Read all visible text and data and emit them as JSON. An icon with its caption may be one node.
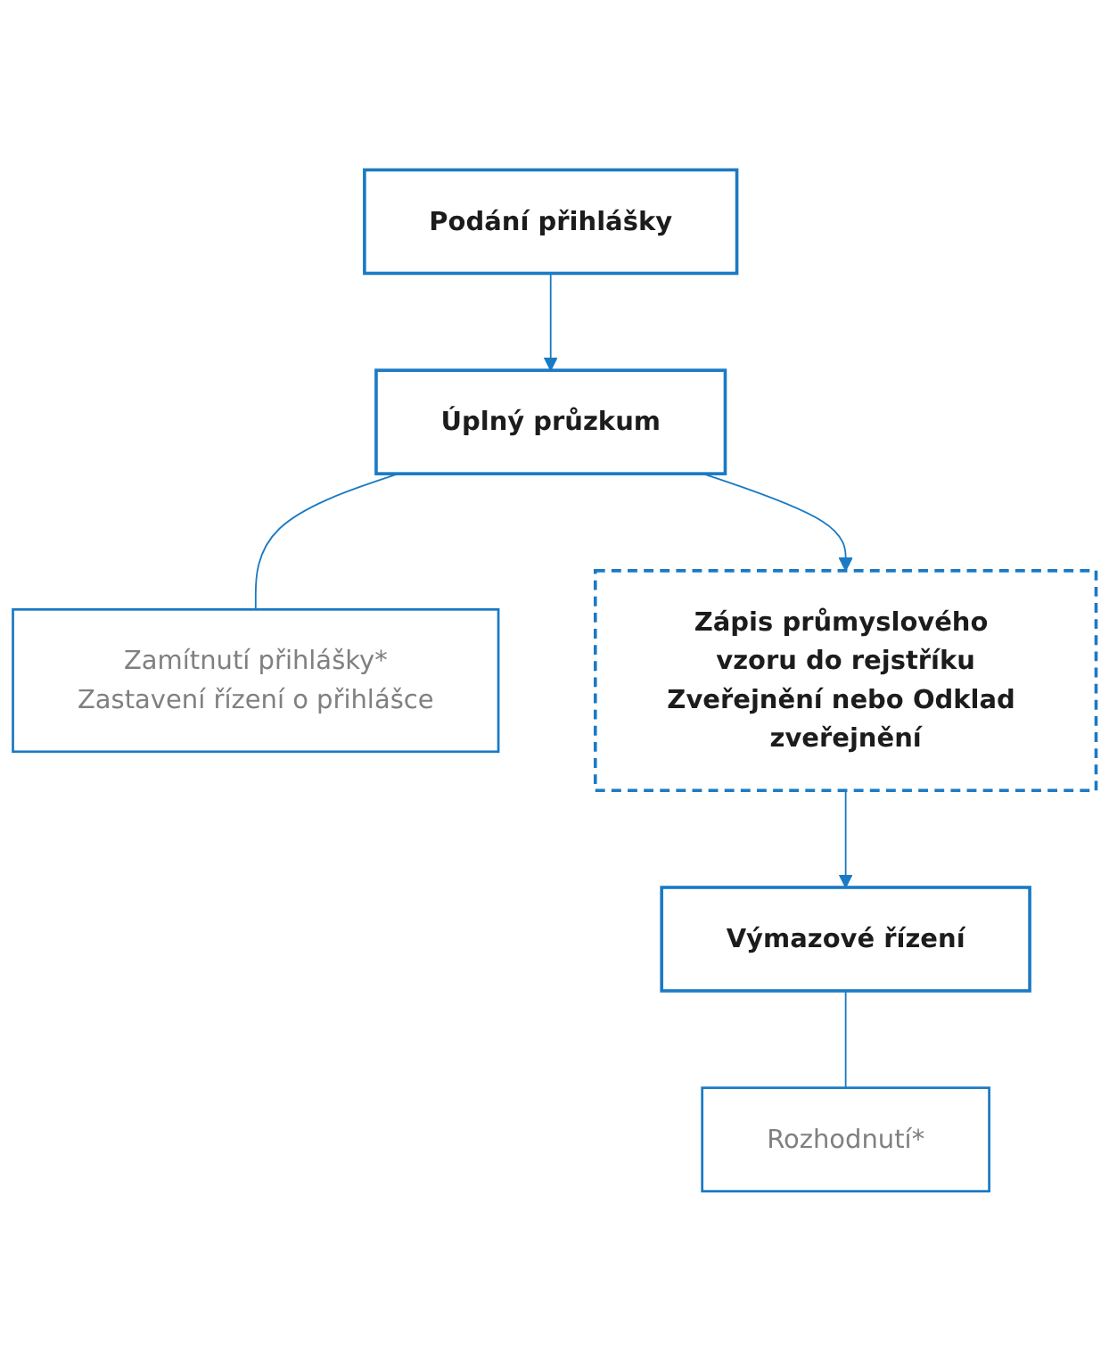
{
  "diagram": {
    "nodes": [
      {
        "text": [
          "Podání přihlášky"
        ]
      },
      {
        "text": [
          "Úplný průzkum"
        ]
      },
      {
        "text": [
          "Zamítnutí přihlášky*",
          "Zastavení řízení o přihlášce"
        ]
      },
      {
        "text": [
          "Zápis průmyslového vzoru do rejstříku",
          "Zveřejnění nebo Odklad zveřejnění"
        ]
      },
      {
        "text": [
          "Výmazové řízení"
        ]
      },
      {
        "text": [
          "Rozhodnutí*"
        ]
      }
    ],
    "edges": [
      {
        "from": 0,
        "to": 1,
        "arrow": "to"
      },
      {
        "from": 1,
        "to": 2,
        "arrow": "none"
      },
      {
        "from": 1,
        "to": 3,
        "arrow": "to"
      },
      {
        "from": 3,
        "to": 4,
        "arrow": "to"
      },
      {
        "from": 4,
        "to": 5,
        "arrow": "none"
      }
    ]
  }
}
